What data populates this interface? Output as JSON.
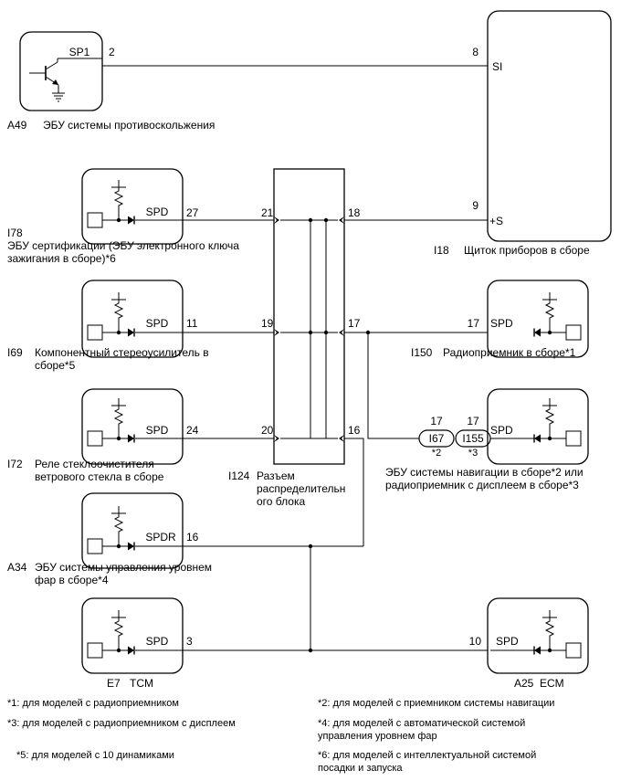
{
  "components": {
    "a49": {
      "ref": "A49",
      "name": "ЭБУ системы противоскольжения",
      "terminal_label": "SP1",
      "pin": "2"
    },
    "i18": {
      "ref": "I18",
      "name": "Щиток приборов в сборе",
      "si_label": "SI",
      "si_pin": "8",
      "s_label": "+S",
      "s_pin": "9"
    },
    "i78": {
      "ref": "I78",
      "name_line1": "ЭБУ сертификации (ЭБУ электронного ключа",
      "name_line2": "зажигания в сборе)*6",
      "terminal_label": "SPD",
      "pin": "27"
    },
    "i69": {
      "ref": "I69",
      "name_line1": "Компонентный стереоусилитель в",
      "name_line2": "сборе*5",
      "terminal_label": "SPD",
      "pin": "11"
    },
    "i72": {
      "ref": "I72",
      "name_line1": "Реле стеклоочистителя",
      "name_line2": "ветрового стекла в сборе",
      "terminal_label": "SPD",
      "pin": "24"
    },
    "i150": {
      "ref": "I150",
      "name": "Радиоприемник в сборе*1",
      "terminal_label": "SPD",
      "pin": "17"
    },
    "nav": {
      "name_line1": "ЭБУ системы навигации в сборе*2 или",
      "name_line2": "радиоприемник с дисплеем в сборе*3",
      "terminal_label": "SPD",
      "pin_left": "17",
      "pin_right": "17",
      "conn1": "I67",
      "conn1_note": "*2",
      "conn2": "I155",
      "conn2_note": "*3"
    },
    "a34": {
      "ref": "A34",
      "name_line1": "ЭБУ системы управления уровнем",
      "name_line2": "фар в сборе*4",
      "terminal_label": "SPDR",
      "pin": "16"
    },
    "e7": {
      "ref": "E7",
      "name": "TCM",
      "terminal_label": "SPD",
      "pin": "3"
    },
    "a25": {
      "ref": "A25",
      "name": "ECM",
      "terminal_label": "SPD",
      "pin": "10"
    },
    "i124": {
      "ref": "I124",
      "name_line1": "Разъем",
      "name_line2": "распределительн",
      "name_line3": "ого блока",
      "pins_left": [
        "21",
        "19",
        "20"
      ],
      "pins_right": [
        "18",
        "17",
        "16"
      ]
    }
  },
  "notes": {
    "n1": "*1: для моделей с радиоприемником",
    "n2": "*2: для моделей с приемником системы навигации",
    "n3": "*3: для моделей с радиоприемником с дисплеем",
    "n4": "*4: для моделей с автоматической системой\nуправления уровнем фар",
    "n5": "*5: для моделей с 10 динамиками",
    "n6": "*6: для моделей с интеллектуальной системой\nпосадки и запуска"
  }
}
